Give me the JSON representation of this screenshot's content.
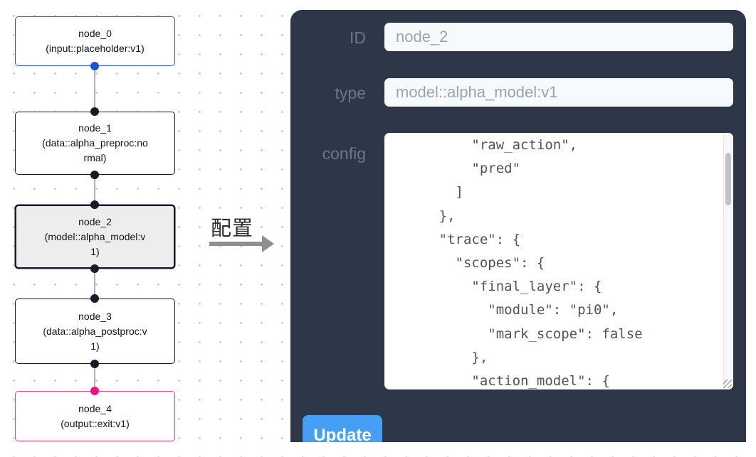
{
  "canvas": {
    "nodes": [
      {
        "title": "node_0",
        "subtitle": "(input::placeholder:v1)",
        "kind": "input"
      },
      {
        "title": "node_1",
        "subtitle": "(data::alpha_preproc:normal)",
        "kind": "default"
      },
      {
        "title": "node_2",
        "subtitle": "(model::alpha_model:v1)",
        "kind": "selected"
      },
      {
        "title": "node_3",
        "subtitle": "(data::alpha_postproc:v1)",
        "kind": "default"
      },
      {
        "title": "node_4",
        "subtitle": "(output::exit:v1)",
        "kind": "output"
      }
    ],
    "colors": {
      "input_node_border": "#2a58c8",
      "input_handle": "#1d55cf",
      "default_node_border": "#1a192b",
      "selected_node_bg": "#ededee",
      "output_node_border": "#ee3a86",
      "output_handle": "#f0117c",
      "edge": "#b1b1b7"
    }
  },
  "transition": {
    "label": "配置"
  },
  "panel": {
    "bg_color": "#2d3748",
    "accent_color": "#449ff5",
    "id_label": "ID",
    "id_value": "node_2",
    "type_label": "type",
    "type_value": "model::alpha_model:v1",
    "config_label": "config",
    "config_value": "          \"raw_action\",\n          \"pred\"\n        ]\n      },\n      \"trace\": {\n        \"scopes\": {\n          \"final_layer\": {\n            \"module\": \"pi0\",\n            \"mark_scope\": false\n          },\n          \"action_model\": {",
    "update_label": "Update"
  }
}
